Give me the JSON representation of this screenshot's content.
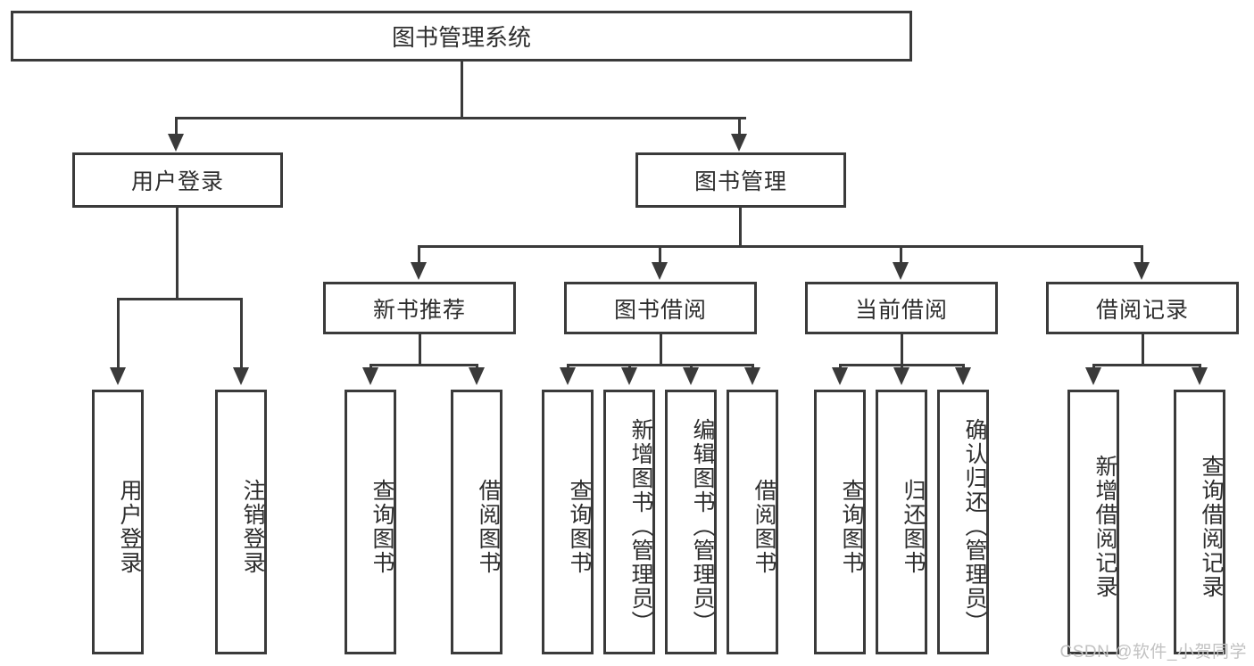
{
  "diagram": {
    "title": "图书管理系统",
    "root": {
      "label": "图书管理系统"
    },
    "level1": [
      {
        "label": "用户登录"
      },
      {
        "label": "图书管理"
      }
    ],
    "level2": [
      {
        "label": "新书推荐"
      },
      {
        "label": "图书借阅"
      },
      {
        "label": "当前借阅"
      },
      {
        "label": "借阅记录"
      }
    ],
    "leaves": {
      "user_login": [
        {
          "label": "用户登录"
        },
        {
          "label": "注销登录"
        }
      ],
      "new_book": [
        {
          "label": "查询图书"
        },
        {
          "label": "借阅图书"
        }
      ],
      "borrow": [
        {
          "label": "查询图书"
        },
        {
          "label": "新增图书（管理员）"
        },
        {
          "label": "编辑图书（管理员）"
        },
        {
          "label": "借阅图书"
        }
      ],
      "current": [
        {
          "label": "查询图书"
        },
        {
          "label": "归还图书"
        },
        {
          "label": "确认归还（管理员）"
        }
      ],
      "records": [
        {
          "label": "新增借阅记录"
        },
        {
          "label": "查询借阅记录"
        }
      ]
    }
  },
  "watermark": {
    "text": "CSDN @软件_小贺同学"
  },
  "colors": {
    "border": "#3a3a3a",
    "text": "#2e2e2e",
    "background": "#ffffff",
    "watermark": "#c2c2c2"
  }
}
